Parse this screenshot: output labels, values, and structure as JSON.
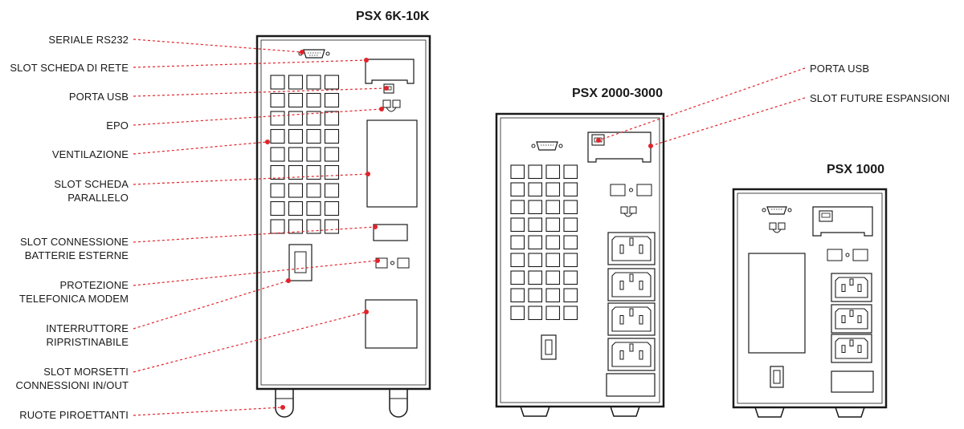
{
  "titles": {
    "psx_6k_10k": "PSX 6K-10K",
    "psx_2000_3000": "PSX 2000-3000",
    "psx_1000": "PSX 1000"
  },
  "labels": {
    "seriale_rs232": "SERIALE RS232",
    "slot_scheda_rete": "SLOT SCHEDA DI RETE",
    "porta_usb_left": "PORTA USB",
    "epo": "EPO",
    "ventilazione": "VENTILAZIONE",
    "slot_parallelo_1": "SLOT SCHEDA",
    "slot_parallelo_2": "PARALLELO",
    "batterie_1": "SLOT CONNESSIONE",
    "batterie_2": "BATTERIE ESTERNE",
    "modem_1": "PROTEZIONE",
    "modem_2": "TELEFONICA MODEM",
    "interruttore_1": "INTERRUTTORE",
    "interruttore_2": "RIPRISTINABILE",
    "morsetti_1": "SLOT MORSETTI",
    "morsetti_2": "CONNESSIONI IN/OUT",
    "ruote": "RUOTE PIROETTANTI",
    "porta_usb_right": "PORTA USB",
    "slot_future": "SLOT FUTURE ESPANSIONI"
  },
  "colors": {
    "leader": "#e0242b",
    "outline": "#1a1a1a"
  }
}
